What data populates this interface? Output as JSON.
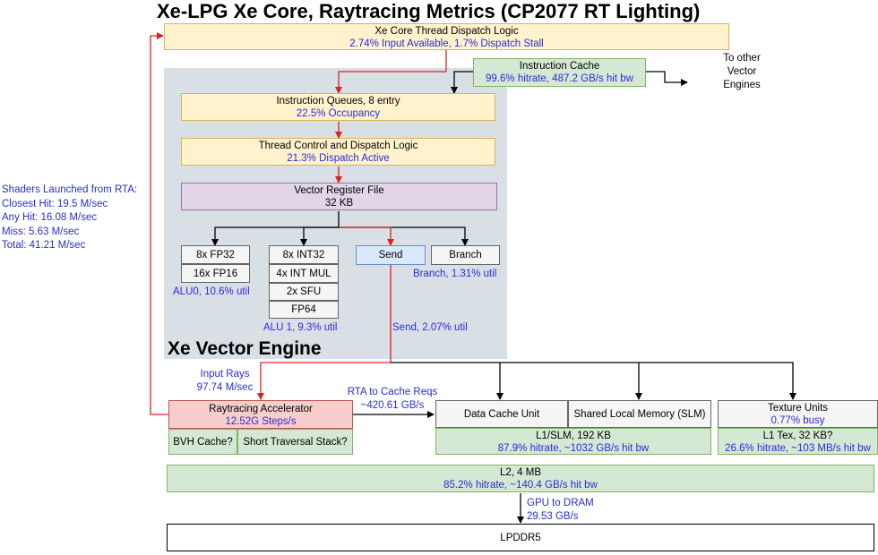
{
  "title": "Xe-LPG Xe Core, Raytracing Metrics (CP2077 RT Lighting)",
  "dispatch": {
    "name": "Xe Core Thread Dispatch Logic",
    "metric": "2.74% Input Available, 1.7% Dispatch Stall"
  },
  "icache": {
    "name": "Instruction Cache",
    "metric": "99.6% hitrate, 487.2 GB/s hit bw"
  },
  "other_engines": [
    "To other",
    "Vector",
    "Engines"
  ],
  "iqueue": {
    "name": "Instruction Queues, 8 entry",
    "metric": "22.5% Occupancy"
  },
  "tcontrol": {
    "name": "Thread Control and Dispatch Logic",
    "metric": "21.3% Dispatch Active"
  },
  "vrf": {
    "name": "Vector Register File",
    "size": "32 KB"
  },
  "alu0": {
    "units": [
      "8x FP32",
      "16x FP16"
    ],
    "metric": "ALU0, 10.6% util"
  },
  "alu1": {
    "units": [
      "8x INT32",
      "4x INT MUL",
      "2x SFU",
      "FP64"
    ],
    "metric": "ALU 1, 9.3% util"
  },
  "send": {
    "name": "Send",
    "metric": "Send, 2.07% util"
  },
  "branch": {
    "name": "Branch",
    "metric": "Branch, 1.31% util"
  },
  "vector_engine_label": "Xe Vector Engine",
  "shaders": [
    "Shaders Launched from RTA:",
    "Closest Hit: 19.5 M/sec",
    "Any Hit: 16.08 M/sec",
    "Miss: 5.63 M/sec",
    "Total: 41.21 M/sec"
  ],
  "input_rays": [
    "Input Rays",
    "97.74 M/sec"
  ],
  "rta_cache": [
    "RTA to Cache Reqs",
    "~420.61 GB/s"
  ],
  "rta": {
    "name": "Raytracing Accelerator",
    "metric": "12.52G Steps/s",
    "sub": [
      "BVH Cache?",
      "Short Traversal Stack?"
    ]
  },
  "dcache": {
    "name": "Data Cache Unit"
  },
  "slm": {
    "name": "Shared Local Memory (SLM)"
  },
  "l1": {
    "name": "L1/SLM, 192 KB",
    "metric": "87.9% hitrate, ~1032 GB/s hit bw"
  },
  "tex": {
    "name": "Texture Units",
    "metric": "0.77% busy"
  },
  "l1tex": {
    "name": "L1 Tex, 32 KB?",
    "metric": "26.6% hitrate, ~103 MB/s hit bw"
  },
  "l2": {
    "name": "L2, 4 MB",
    "metric": "85.2% hitrate, ~140.4 GB/s hit bw"
  },
  "dram_link": [
    "GPU to DRAM",
    "29.53 GB/s"
  ],
  "dram": {
    "name": "LPDDR5"
  },
  "colors": {
    "metric_text": "#2b2bd6",
    "red_wire": "#e02020",
    "engine_bg": "#d8e0e6"
  }
}
